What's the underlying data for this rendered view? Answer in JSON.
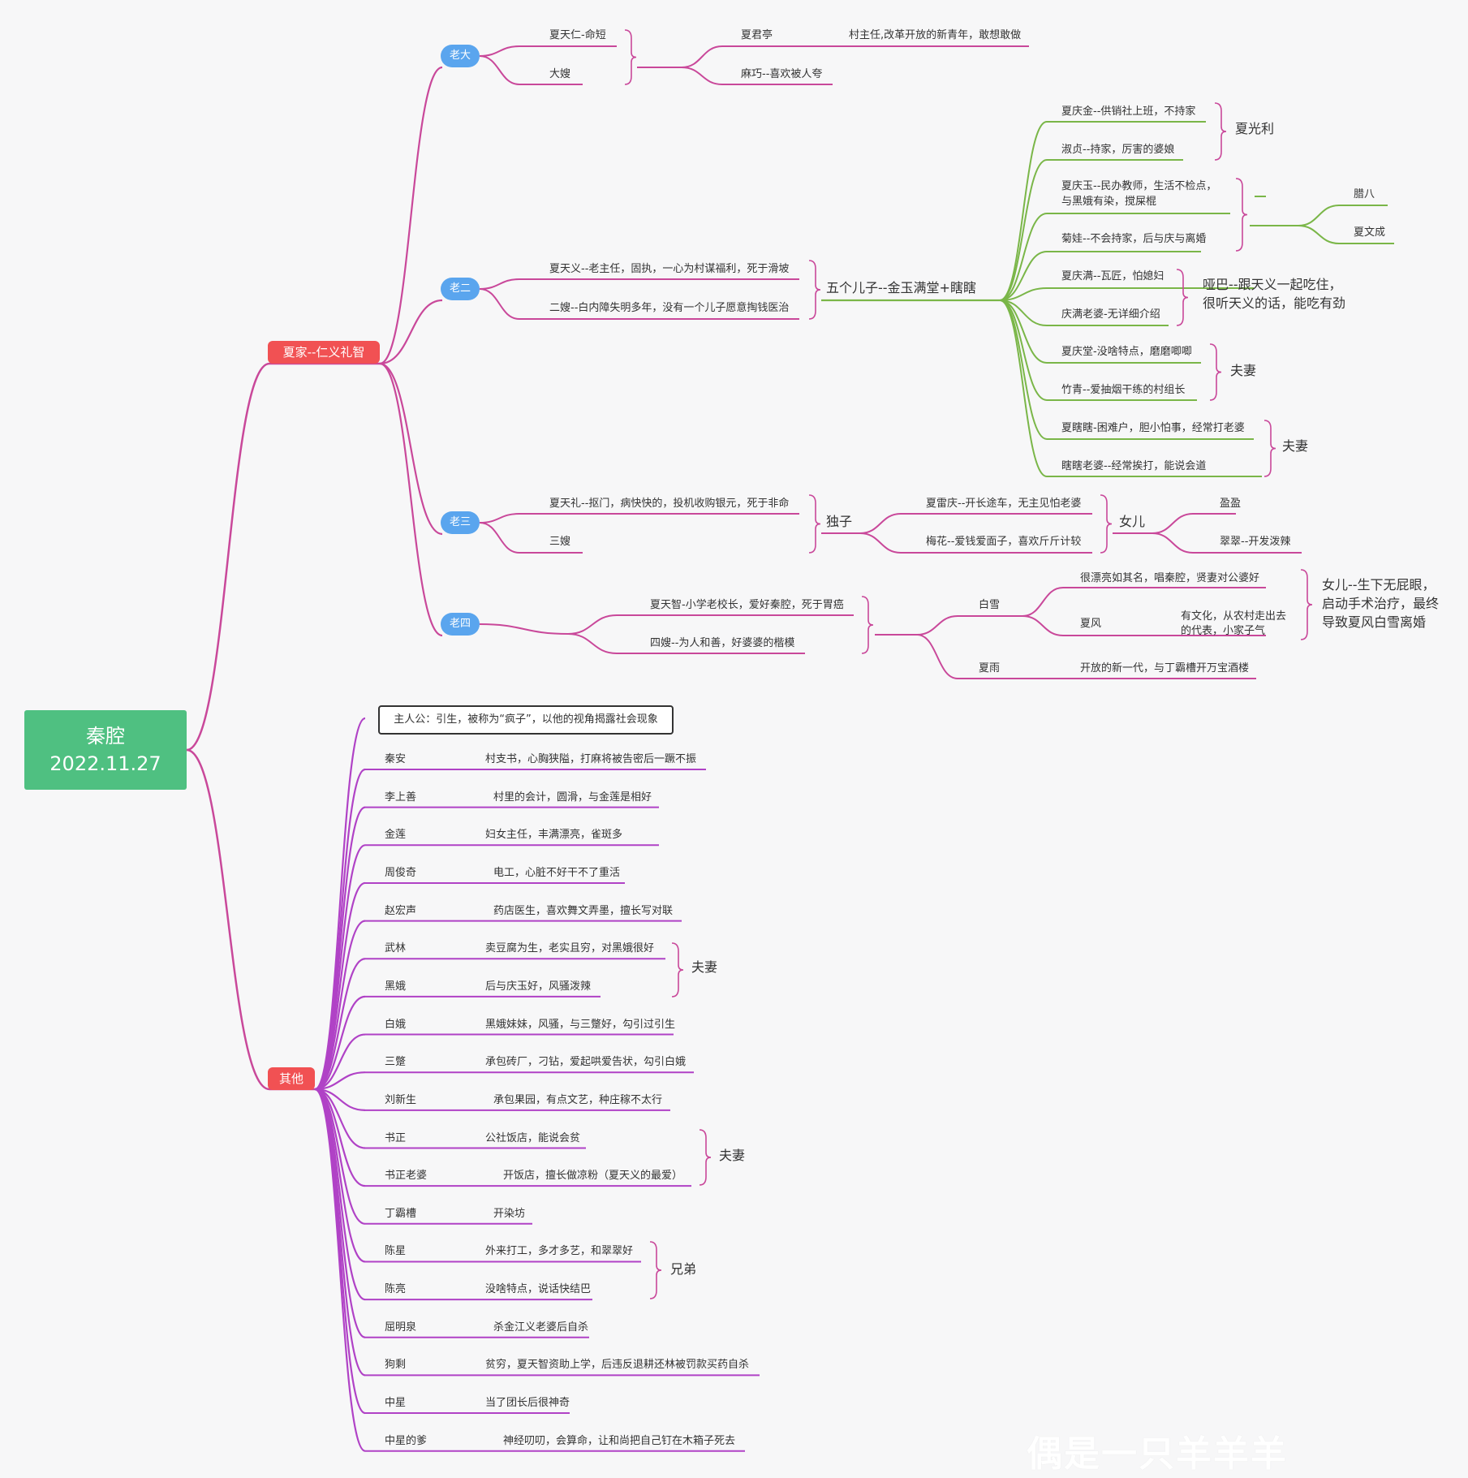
{
  "root": {
    "title": "秦腔",
    "date": "2022.11.27"
  },
  "xia": {
    "label": "夏家--仁义礼智",
    "lao1": {
      "label": "老大",
      "spouse1": "夏天仁-命短",
      "spouse2": "大嫂",
      "child": "夏君亭",
      "child_desc": "村主任,改革开放的新青年，敢想敢做",
      "child_wife": "麻巧--喜欢被人夸"
    },
    "lao2": {
      "label": "老二",
      "spouse1": "夏天义--老主任，固执，一心为村谋福利，死于滑坡",
      "spouse2": "二嫂--白内障失明多年，没有一个儿子愿意掏钱医治",
      "sons": "五个儿子--金玉满堂+瞎瞎",
      "g1": {
        "a": "夏庆金--供销社上班，不持家",
        "b": "淑贞--持家，厉害的婆娘",
        "label": "夏光利"
      },
      "g2": {
        "a1": "夏庆玉--民办教师，生活不检点，",
        "a2": "与黑娥有染，搅屎棍",
        "b": "菊娃--不会持家，后与庆与离婚",
        "c1": "腊八",
        "c2": "夏文成"
      },
      "g3": {
        "a": "夏庆满--瓦匠，怕媳妇",
        "b": "庆满老婆-无详细介绍",
        "label1": "哑巴--跟天义一起吃住，",
        "label2": "很听天义的话，能吃有劲"
      },
      "g4": {
        "a": "夏庆堂-没啥特点，磨磨唧唧",
        "b": "竹青--爱抽烟干练的村组长",
        "label": "夫妻"
      },
      "g5": {
        "a": "夏瞎瞎-困难户，胆小怕事，经常打老婆",
        "b": "瞎瞎老婆--经常挨打，能说会道",
        "label": "夫妻"
      }
    },
    "lao3": {
      "label": "老三",
      "spouse1": "夏天礼--抠门，病快快的，投机收购银元，死于非命",
      "spouse2": "三嫂",
      "child": "独子",
      "child_a": "夏雷庆--开长途车，无主见怕老婆",
      "child_b": "梅花--爱钱爱面子，喜欢斤斤计较",
      "daughters": "女儿",
      "d1": "盈盈",
      "d2": "翠翠--开发泼辣"
    },
    "lao4": {
      "label": "老四",
      "spouse1": "夏天智-小学老校长，爱好秦腔，死于胃癌",
      "spouse2": "四嫂--为人和善，好婆婆的楷模",
      "c1": "白雪",
      "c1_desc": "很漂亮如其名，唱秦腔，贤妻对公婆好",
      "c1_husband": "夏风",
      "c1_husband_desc1": "有文化，从农村走出去",
      "c1_husband_desc2": "的代表，小家子气",
      "c1_note1": "女儿--生下无屁眼，",
      "c1_note2": "启动手术治疗，最终",
      "c1_note3": "导致夏风白雪离婚",
      "c2": "夏雨",
      "c2_desc": "开放的新一代，与丁霸槽开万宝酒楼"
    }
  },
  "other": {
    "label": "其他",
    "protagonist": "主人公：引生，被称为“疯子”，以他的视角揭露社会现象",
    "items": [
      {
        "name": "秦安",
        "desc": "村支书，心胸狭隘，打麻将被告密后一蹶不振"
      },
      {
        "name": "李上善",
        "desc": "村里的会计，圆滑，与金莲是相好"
      },
      {
        "name": "金莲",
        "desc": "妇女主任，丰满漂亮，雀斑多"
      },
      {
        "name": "周俊奇",
        "desc": "电工，心脏不好干不了重活"
      },
      {
        "name": "赵宏声",
        "desc": "药店医生，喜欢舞文弄墨，擅长写对联"
      },
      {
        "name": "武林",
        "desc": "卖豆腐为生，老实且穷，对黑娥很好"
      },
      {
        "name": "黑娥",
        "desc": "后与庆玉好，风骚泼辣"
      },
      {
        "name": "白娥",
        "desc": "黑娥妹妹，风骚，与三蹩好，勾引过引生"
      },
      {
        "name": "三蹩",
        "desc": "承包砖厂，刁钻，爱起哄爱告状，勾引白娥"
      },
      {
        "name": "刘新生",
        "desc": "承包果园，有点文艺，种庄稼不太行"
      },
      {
        "name": "书正",
        "desc": "公社饭店，能说会贫"
      },
      {
        "name": "书正老婆",
        "desc": "开饭店，擅长做凉粉（夏天义的最爱）"
      },
      {
        "name": "丁霸槽",
        "desc": "开染坊"
      },
      {
        "name": "陈星",
        "desc": "外来打工，多才多艺，和翠翠好"
      },
      {
        "name": "陈亮",
        "desc": "没啥特点，说话快结巴"
      },
      {
        "name": "屈明泉",
        "desc": "杀金江义老婆后自杀"
      },
      {
        "name": "狗剩",
        "desc": "贫穷，夏天智资助上学，后违反退耕还林被罚款买药自杀"
      },
      {
        "name": "中星",
        "desc": "当了团长后很神奇"
      },
      {
        "name": "中星的爹",
        "desc": "神经叨叨，会算命，让和尚把自己钉在木箱子死去"
      }
    ],
    "pair_labels": {
      "wulin_heie": "夫妻",
      "shuzheng": "夫妻",
      "brothers": "兄弟"
    }
  },
  "watermark": "偶是一只羊羊羊",
  "colors": {
    "root": "#4fc081",
    "branch": "#c9489a",
    "green": "#7ab648",
    "other": "#b042c6",
    "red": "#f15153",
    "blue": "#5aa5ee"
  }
}
